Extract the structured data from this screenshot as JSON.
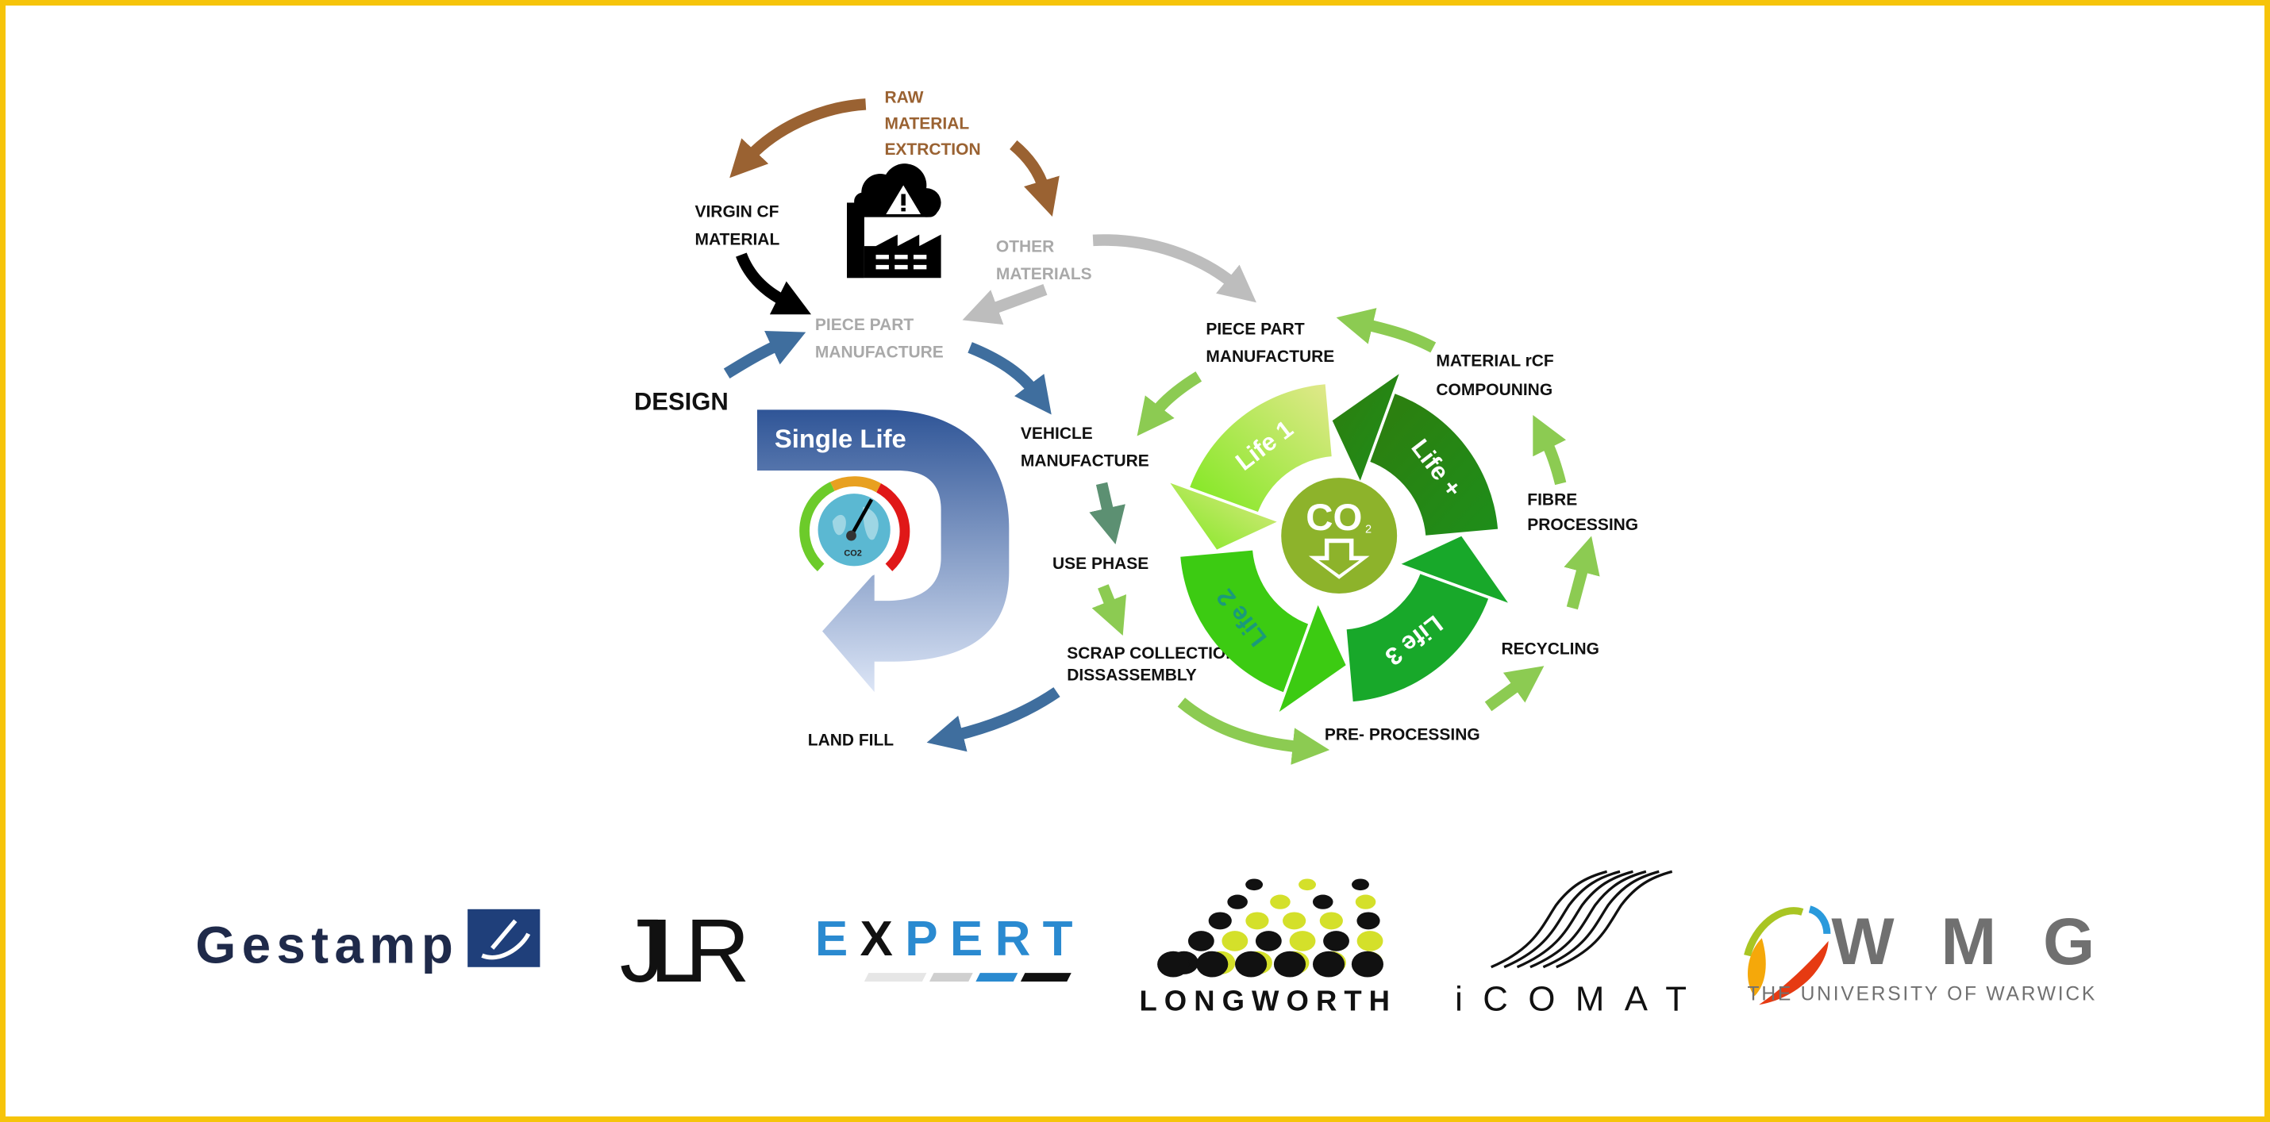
{
  "colors": {
    "frame": "#F6C40A",
    "brown": "#9A6232",
    "grey": "#BDBDBD",
    "blue": "#3F6E9E",
    "green": "#8CCB52",
    "single_life_top": "#2F5597",
    "co2": "#8DB32B"
  },
  "left_cycle": {
    "raw": [
      "RAW",
      "MATERIAL",
      "EXTRCTION"
    ],
    "virgin": [
      "VIRGIN CF",
      "MATERIAL"
    ],
    "other": [
      "OTHER",
      "MATERIALS"
    ],
    "piece_part": [
      "PIECE PART",
      "MANUFACTURE"
    ],
    "design": "DESIGN",
    "single_life": "Single Life",
    "vehicle": [
      "VEHICLE",
      "MANUFACTURE"
    ],
    "use_phase": "USE PHASE",
    "scrap": [
      "SCRAP COLLECTION",
      "DISSASSEMBLY"
    ],
    "land_fill": "LAND FILL",
    "gauge_co2": "CO2"
  },
  "right_cycle": {
    "piece_part": [
      "PIECE PART",
      "MANUFACTURE"
    ],
    "material": [
      "MATERIAL rCF",
      "COMPOUNING"
    ],
    "fibre": [
      "FIBRE",
      "PROCESSING"
    ],
    "recycling": "RECYCLING",
    "pre_processing": "PRE- PROCESSING",
    "lives": [
      "Life 1",
      "Life 2",
      "Life 3",
      "Life +"
    ],
    "co2": "CO",
    "co2_sub": "2"
  },
  "logos": {
    "gestamp": "Gestamp",
    "jlr": "JLR",
    "expert": [
      "E",
      "X",
      "PERT"
    ],
    "longworth": "LONGWORTH",
    "icomat": "iCOMAT",
    "wmg": "WMG",
    "wmg_sub": "THE UNIVERSITY OF WARWICK"
  }
}
